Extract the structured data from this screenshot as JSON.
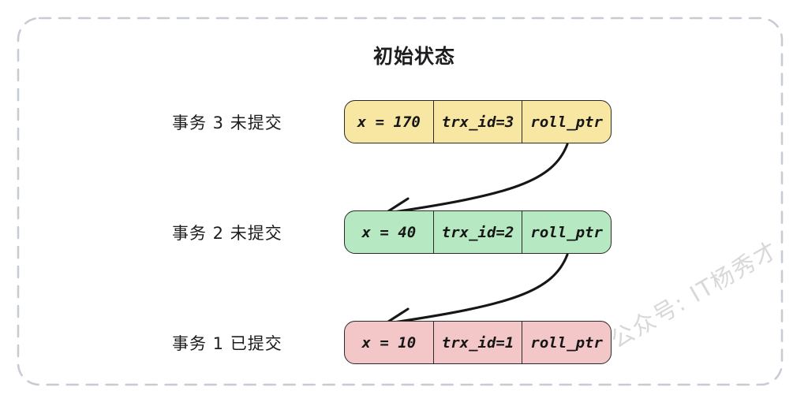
{
  "title": "初始状态",
  "watermark": "公众号: IT杨秀才",
  "colors": {
    "yellow": "#f8e7a2",
    "green": "#b6e8c1",
    "red": "#f3c7c7",
    "stroke": "#2a2a2a",
    "arrow": "#161616",
    "frame": "#c7ccd4",
    "text": "#1d1d1f",
    "watermarkColor": "#d8d8d8"
  },
  "rows": [
    {
      "label": "事务 3 未提交",
      "cells": [
        "x = 170",
        "trx_id=3",
        "roll_ptr"
      ]
    },
    {
      "label": "事务 2 未提交",
      "cells": [
        "x = 40",
        "trx_id=2",
        "roll_ptr"
      ]
    },
    {
      "label": "事务 1 已提交",
      "cells": [
        "x = 10",
        "trx_id=1",
        "roll_ptr"
      ]
    }
  ]
}
